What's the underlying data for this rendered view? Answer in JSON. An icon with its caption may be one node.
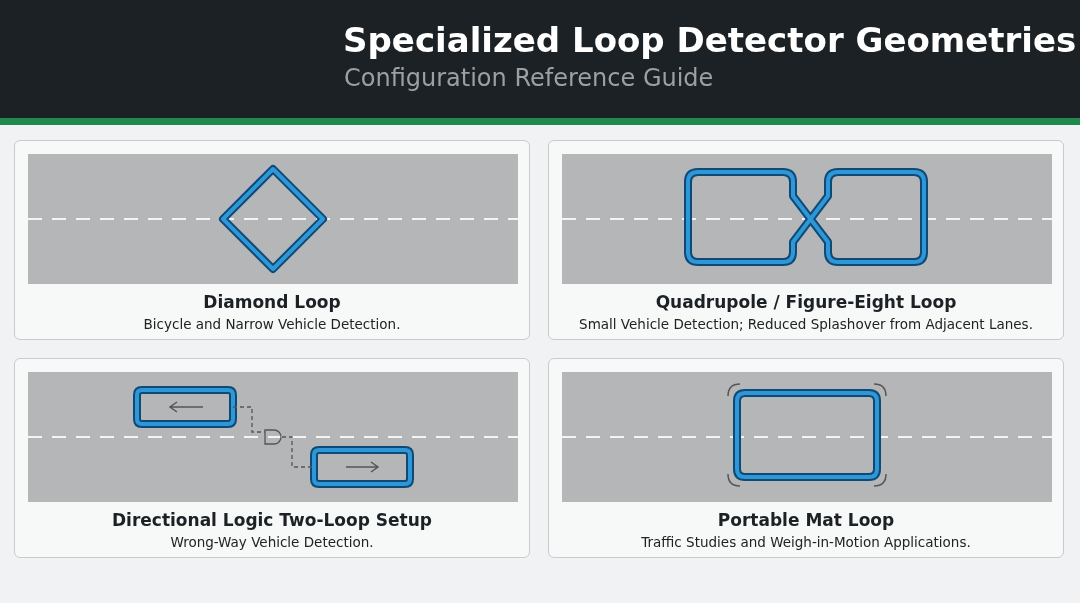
{
  "diagram": {
    "title": "Specialized Loop Detector Geometries",
    "nodes": [
      {
        "text": [
          "Diamond Loop",
          "Bicycle and Narrow Vehicle Detection."
        ]
      },
      {
        "text": [
          "Quadrupole / Figure-Eight Loop",
          "Small Vehicle Detection; Reduced Splashover from Adjacent Lanes."
        ]
      },
      {
        "text": [
          "Directional Logic Two-Loop Setup",
          "Wrong-Way Vehicle Detection."
        ]
      },
      {
        "text": [
          "Portable Mat Loop",
          "Traffic Studies and Weigh-in-Motion Applications."
        ]
      }
    ],
    "labels": [
      "Configuration Reference Guide"
    ]
  }
}
